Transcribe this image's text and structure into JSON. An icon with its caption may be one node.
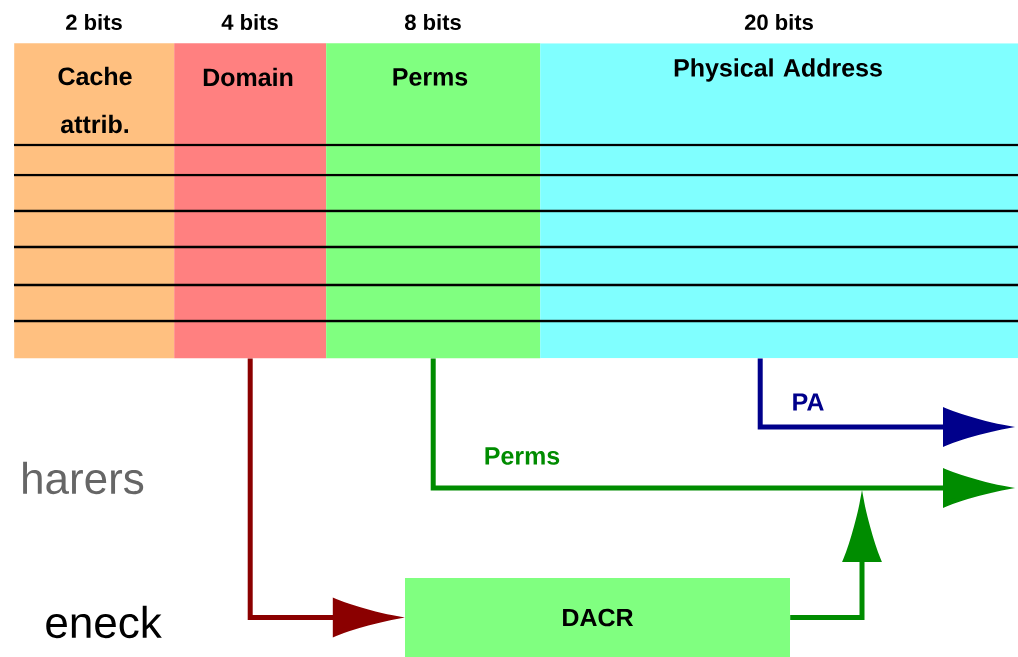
{
  "diagram": {
    "nodes": [
      {
        "text": [
          "2 bits",
          "Cache attrib."
        ]
      },
      {
        "text": [
          "4 bits",
          "Domain"
        ]
      },
      {
        "text": [
          "8 bits",
          "Perms"
        ]
      },
      {
        "text": [
          "20 bits",
          "Physical Address"
        ]
      },
      {
        "text": [
          "DACR"
        ]
      }
    ],
    "edges": [
      {
        "from": 1,
        "to": 4,
        "arrow": "to",
        "color": "#8b0000"
      },
      {
        "from": 2,
        "to": null,
        "arrow": "to",
        "label": "Perms",
        "color": "#008c00"
      },
      {
        "from": 3,
        "to": null,
        "arrow": "to",
        "label": "PA",
        "color": "#00008b"
      },
      {
        "from": 4,
        "to": null,
        "arrow": "to",
        "color": "#008c00"
      }
    ],
    "labels": [
      "harers",
      "eneck"
    ]
  }
}
